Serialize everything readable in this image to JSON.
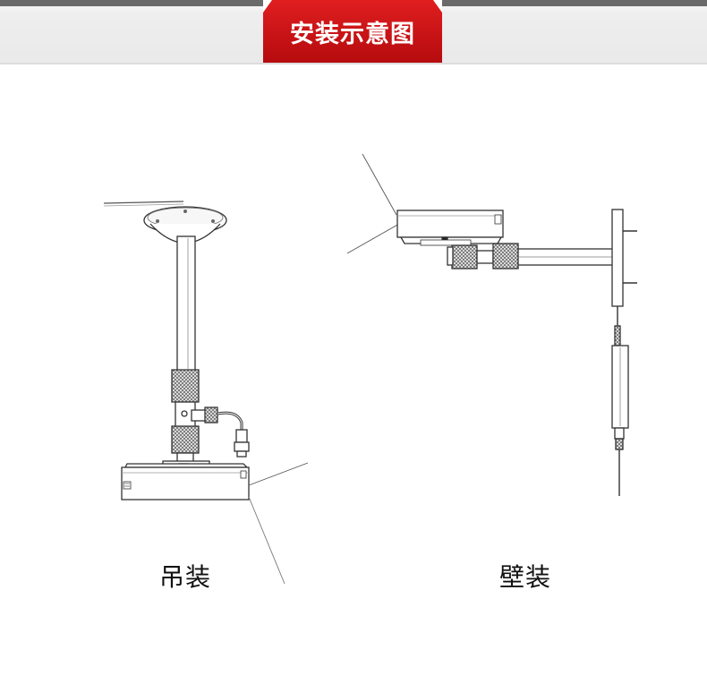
{
  "header": {
    "title": "安装示意图",
    "accent_color": "#d1161a"
  },
  "figures": {
    "ceiling": {
      "caption": "吊装"
    },
    "wall": {
      "caption": "壁装"
    }
  }
}
